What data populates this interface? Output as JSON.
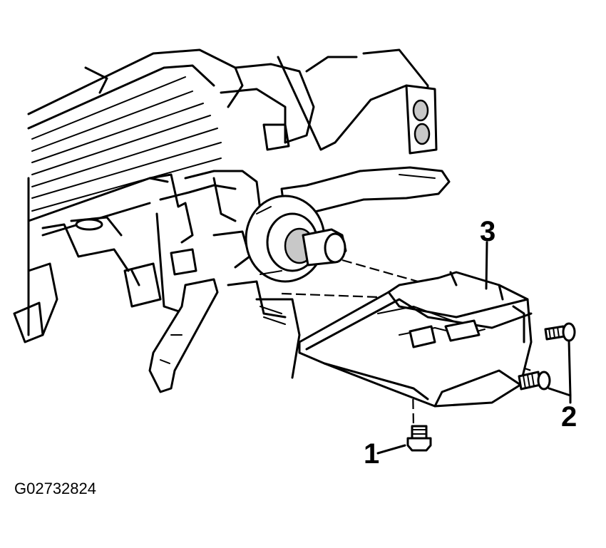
{
  "callouts": {
    "c1": "1",
    "c2": "2",
    "c3": "3"
  },
  "figure_id": "G02732824"
}
